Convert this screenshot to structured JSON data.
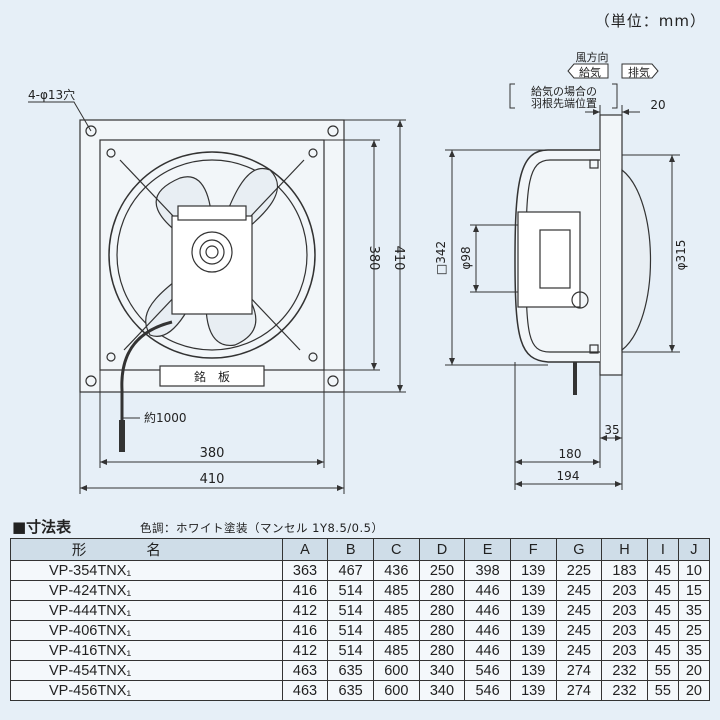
{
  "unit_label": "（単位：mm）",
  "drawing": {
    "hole_label": "4-φ13穴",
    "wind_direction_label": "風方向",
    "supply_label": "給気",
    "exhaust_label": "排気",
    "blade_note_line1": "給気の場合の",
    "blade_note_line2": "羽根先端位置",
    "nameplate_label": "銘　板",
    "cable_label": "約1000",
    "dim_front_height_inner": "380",
    "dim_front_height_outer": "410",
    "dim_front_width_inner": "380",
    "dim_front_width_outer": "410",
    "dim_side_top": "20",
    "dim_side_square": "□342",
    "dim_side_phi98": "φ98",
    "dim_side_phi315": "φ315",
    "dim_side_35": "35",
    "dim_side_180": "180",
    "dim_side_194": "194"
  },
  "table": {
    "title": "■寸法表",
    "color_note": "色調：ホワイト塗装（マンセル 1Y8.5/0.5）",
    "headers": [
      "形名",
      "A",
      "B",
      "C",
      "D",
      "E",
      "F",
      "G",
      "H",
      "I",
      "J"
    ],
    "rows": [
      {
        "model": "VP-354TNX₁",
        "A": "363",
        "B": "467",
        "C": "436",
        "D": "250",
        "E": "398",
        "F": "139",
        "G": "225",
        "H": "183",
        "I": "45",
        "J": "10"
      },
      {
        "model": "VP-424TNX₁",
        "A": "416",
        "B": "514",
        "C": "485",
        "D": "280",
        "E": "446",
        "F": "139",
        "G": "245",
        "H": "203",
        "I": "45",
        "J": "15"
      },
      {
        "model": "VP-444TNX₁",
        "A": "412",
        "B": "514",
        "C": "485",
        "D": "280",
        "E": "446",
        "F": "139",
        "G": "245",
        "H": "203",
        "I": "45",
        "J": "35"
      },
      {
        "model": "VP-406TNX₁",
        "A": "416",
        "B": "514",
        "C": "485",
        "D": "280",
        "E": "446",
        "F": "139",
        "G": "245",
        "H": "203",
        "I": "45",
        "J": "25"
      },
      {
        "model": "VP-416TNX₁",
        "A": "412",
        "B": "514",
        "C": "485",
        "D": "280",
        "E": "446",
        "F": "139",
        "G": "245",
        "H": "203",
        "I": "45",
        "J": "35"
      },
      {
        "model": "VP-454TNX₁",
        "A": "463",
        "B": "635",
        "C": "600",
        "D": "340",
        "E": "546",
        "F": "139",
        "G": "274",
        "H": "232",
        "I": "55",
        "J": "20"
      },
      {
        "model": "VP-456TNX₁",
        "A": "463",
        "B": "635",
        "C": "600",
        "D": "340",
        "E": "546",
        "F": "139",
        "G": "274",
        "H": "232",
        "I": "55",
        "J": "20"
      }
    ]
  }
}
